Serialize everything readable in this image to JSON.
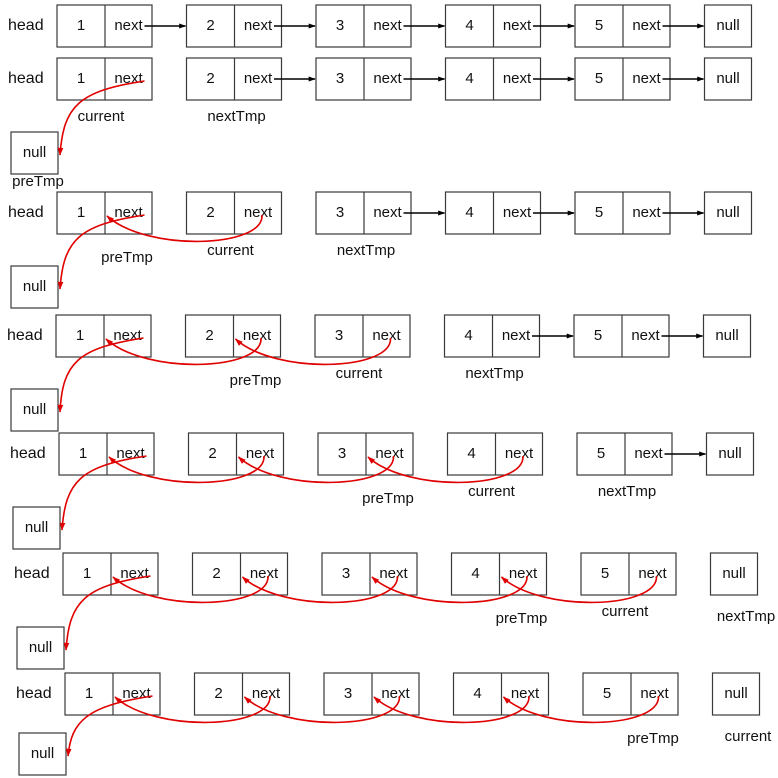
{
  "text": {
    "head": "head",
    "next": "next",
    "null": "null",
    "values": [
      "1",
      "2",
      "3",
      "4",
      "5"
    ]
  },
  "labels": {
    "current": "current",
    "nextTmp": "nextTmp",
    "preTmp": "preTmp"
  },
  "colors": {
    "pointer": "#000000",
    "reversed_link": "#e00000",
    "box_border": "#3a3a3a"
  },
  "steps": [
    {
      "links": [
        1,
        2,
        3,
        4,
        5
      ],
      "reversed": [],
      "labels": []
    },
    {
      "links": [
        2,
        3,
        4,
        5
      ],
      "reversed": [
        1
      ],
      "labels": [
        {
          "name": "current",
          "at": 1
        },
        {
          "name": "nextTmp",
          "at": 2
        },
        {
          "name": "preTmp",
          "at": "null"
        }
      ]
    },
    {
      "links": [
        3,
        4,
        5
      ],
      "reversed": [
        1,
        2
      ],
      "labels": [
        {
          "name": "preTmp",
          "at": 1
        },
        {
          "name": "current",
          "at": 2
        },
        {
          "name": "nextTmp",
          "at": 3
        }
      ]
    },
    {
      "links": [
        4,
        5
      ],
      "reversed": [
        1,
        2,
        3
      ],
      "labels": [
        {
          "name": "preTmp",
          "at": 2
        },
        {
          "name": "current",
          "at": 3
        },
        {
          "name": "nextTmp",
          "at": 4
        }
      ]
    },
    {
      "links": [
        5
      ],
      "reversed": [
        1,
        2,
        3,
        4
      ],
      "labels": [
        {
          "name": "preTmp",
          "at": 3
        },
        {
          "name": "current",
          "at": 4
        },
        {
          "name": "nextTmp",
          "at": 5
        }
      ]
    },
    {
      "links": [],
      "reversed": [
        1,
        2,
        3,
        4,
        5
      ],
      "labels": [
        {
          "name": "preTmp",
          "at": 4
        },
        {
          "name": "current",
          "at": 5
        },
        {
          "name": "nextTmp",
          "at": "null"
        }
      ]
    },
    {
      "links": [],
      "reversed": [
        1,
        2,
        3,
        4,
        5
      ],
      "labels": [
        {
          "name": "preTmp",
          "at": 5
        },
        {
          "name": "current",
          "at": "null"
        }
      ]
    }
  ]
}
